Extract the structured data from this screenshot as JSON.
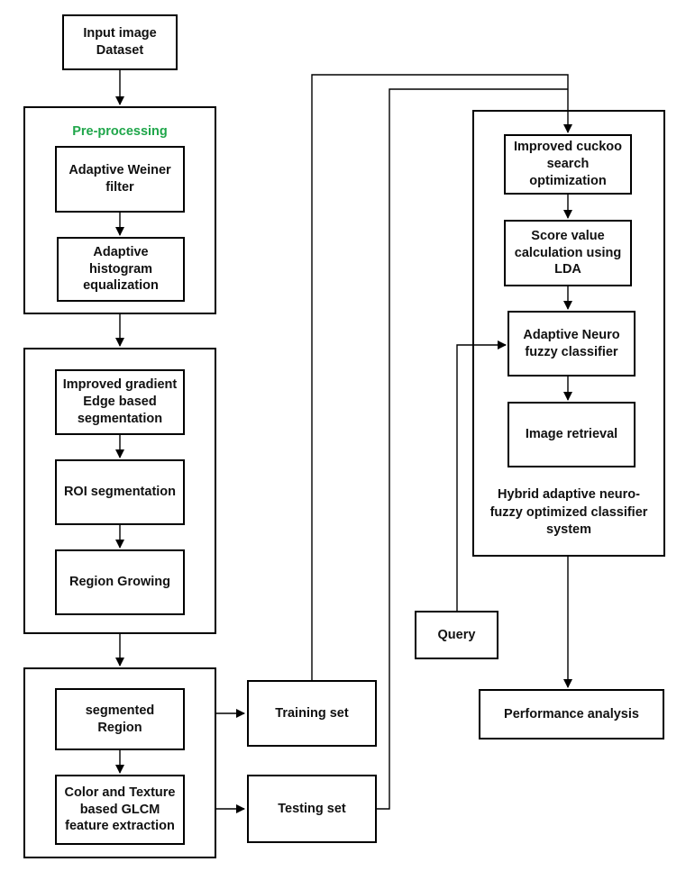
{
  "diagram": {
    "input": "Input image\nDataset",
    "preprocessing": {
      "title": "Pre-processing",
      "wiener": "Adaptive Weiner\nfilter",
      "histogram": "Adaptive\nhistogram\nequalization"
    },
    "segmentation": {
      "gradient": "Improved gradient\nEdge based\nsegmentation",
      "roi": "ROI segmentation",
      "region_growing": "Region Growing"
    },
    "features": {
      "segmented_region": "segmented\nRegion",
      "glcm": "Color and Texture\nbased GLCM\nfeature extraction"
    },
    "training_set": "Training set",
    "testing_set": "Testing set",
    "classifier": {
      "cuckoo": "Improved cuckoo\nsearch\noptimization",
      "lda": "Score value\ncalculation using\nLDA",
      "anfc": "Adaptive Neuro\nfuzzy classifier",
      "retrieval": "Image retrieval",
      "system_label": "Hybrid adaptive neuro-\nfuzzy optimized classifier\nsystem"
    },
    "query": "Query",
    "performance": "Performance analysis"
  }
}
